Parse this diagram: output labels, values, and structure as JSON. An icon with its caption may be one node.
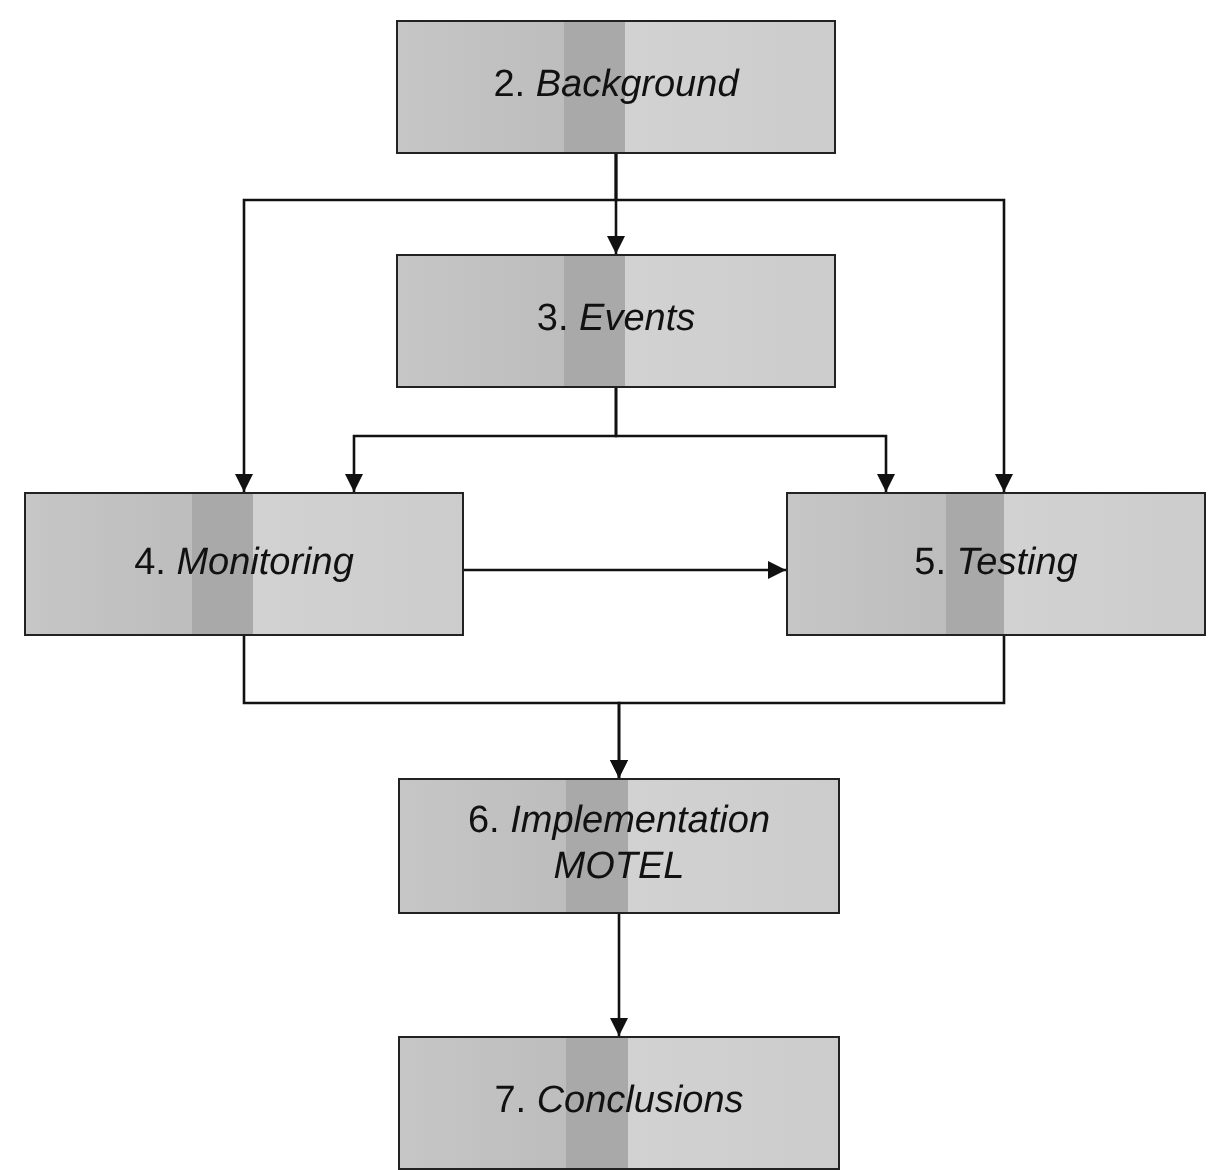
{
  "diagram": {
    "nodes": [
      {
        "text": [
          "2. *Background*"
        ]
      },
      {
        "text": [
          "3. *Events*"
        ]
      },
      {
        "text": [
          "4. *Monitoring*"
        ]
      },
      {
        "text": [
          "5. *Testing*"
        ]
      },
      {
        "text": [
          "6. *Implementation MOTEL*"
        ]
      },
      {
        "text": [
          "7. *Conclusions*"
        ]
      }
    ],
    "edges": [
      {
        "from": 0,
        "to": 1,
        "arrow": "to"
      },
      {
        "from": 0,
        "to": 2,
        "arrow": "to"
      },
      {
        "from": 0,
        "to": 3,
        "arrow": "to"
      },
      {
        "from": 1,
        "to": 2,
        "arrow": "to"
      },
      {
        "from": 1,
        "to": 3,
        "arrow": "to"
      },
      {
        "from": 2,
        "to": 3,
        "arrow": "to"
      },
      {
        "from": 2,
        "to": 4,
        "arrow": "to"
      },
      {
        "from": 3,
        "to": 4,
        "arrow": "to"
      },
      {
        "from": 4,
        "to": 5,
        "arrow": "to"
      }
    ]
  }
}
